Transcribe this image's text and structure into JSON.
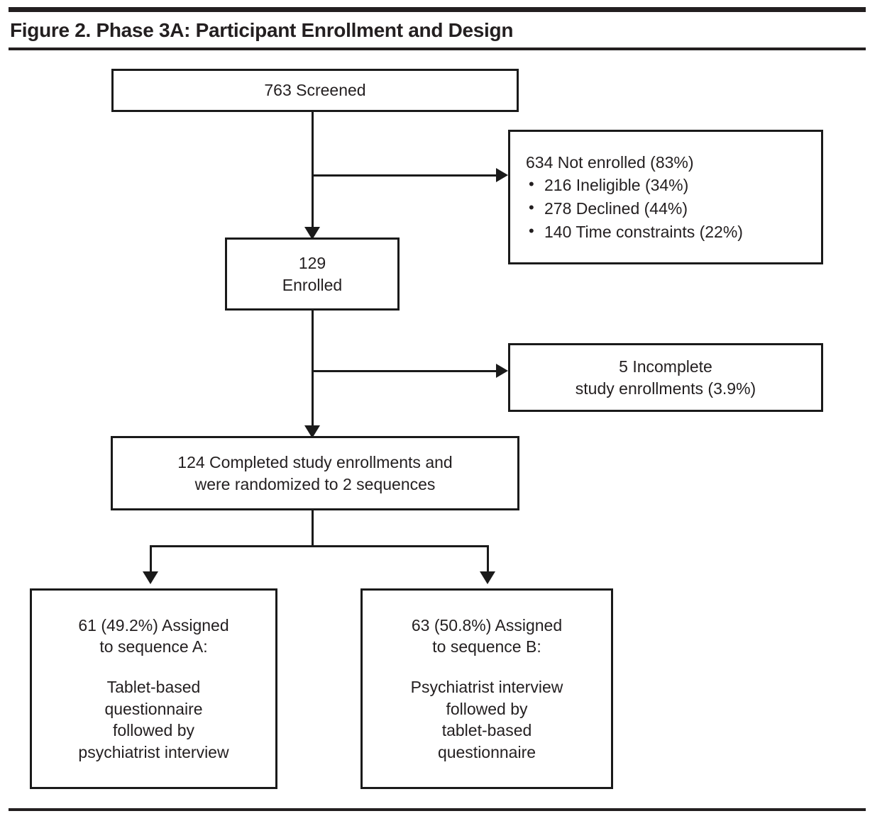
{
  "figure": {
    "title": "Figure 2. Phase 3A: Participant Enrollment and Design"
  },
  "nodes": {
    "screened": {
      "text": "763 Screened"
    },
    "not_enrolled": {
      "heading": "634 Not enrolled (83%)",
      "bullets": [
        "216 Ineligible  (34%)",
        "278 Declined  (44%)",
        "140 Time constraints (22%)"
      ]
    },
    "enrolled": {
      "line1": "129",
      "line2": "Enrolled"
    },
    "incomplete": {
      "line1": "5 Incomplete",
      "line2": "study enrollments (3.9%)"
    },
    "randomized": {
      "line1": "124 Completed study enrollments and",
      "line2": "were randomized to 2 sequences"
    },
    "sequence_a": {
      "line1": "61 (49.2%) Assigned",
      "line2": "to sequence A:",
      "line3": "Tablet-based",
      "line4": "questionnaire",
      "line5": "followed by",
      "line6": "psychiatrist interview"
    },
    "sequence_b": {
      "line1": "63 (50.8%) Assigned",
      "line2": "to sequence B:",
      "line3": "Psychiatrist interview",
      "line4": "followed by",
      "line5": "tablet-based",
      "line6": "questionnaire"
    }
  },
  "chart_data": {
    "type": "diagram",
    "title": "Figure 2. Phase 3A: Participant Enrollment and Design",
    "flow": "CONSORT-style participant flow diagram",
    "nodes": [
      {
        "id": "screened",
        "label": "763 Screened",
        "count": 763
      },
      {
        "id": "not_enrolled",
        "label": "634 Not enrolled (83%)",
        "count": 634,
        "percent": 83,
        "children": [
          {
            "label": "216 Ineligible  (34%)",
            "count": 216,
            "percent": 34
          },
          {
            "label": "278 Declined  (44%)",
            "count": 278,
            "percent": 44
          },
          {
            "label": "140 Time constraints (22%)",
            "count": 140,
            "percent": 22
          }
        ]
      },
      {
        "id": "enrolled",
        "label": "129 Enrolled",
        "count": 129
      },
      {
        "id": "incomplete",
        "label": "5 Incomplete study enrollments (3.9%)",
        "count": 5,
        "percent": 3.9
      },
      {
        "id": "randomized",
        "label": "124 Completed study enrollments and were randomized to 2 sequences",
        "count": 124
      },
      {
        "id": "sequence_a",
        "label": "61 (49.2%) Assigned to sequence A: Tablet-based questionnaire followed by psychiatrist interview",
        "count": 61,
        "percent": 49.2
      },
      {
        "id": "sequence_b",
        "label": "63 (50.8%) Assigned to sequence B: Psychiatrist interview followed by tablet-based questionnaire",
        "count": 63,
        "percent": 50.8
      }
    ],
    "edges": [
      {
        "from": "screened",
        "to": "not_enrolled"
      },
      {
        "from": "screened",
        "to": "enrolled"
      },
      {
        "from": "enrolled",
        "to": "incomplete"
      },
      {
        "from": "enrolled",
        "to": "randomized"
      },
      {
        "from": "randomized",
        "to": "sequence_a"
      },
      {
        "from": "randomized",
        "to": "sequence_b"
      }
    ]
  },
  "colors": {
    "rule": "#231f20",
    "box_border": "#1a1a1a",
    "text": "#231f20",
    "background": "#ffffff"
  }
}
